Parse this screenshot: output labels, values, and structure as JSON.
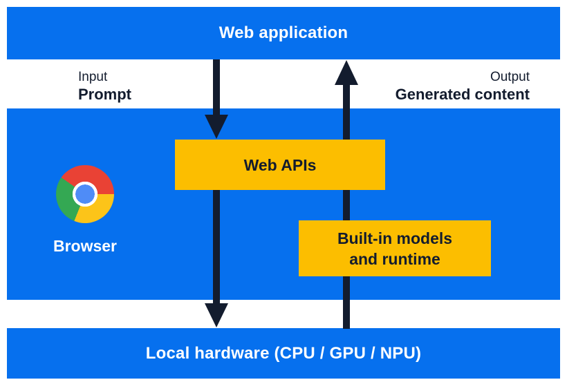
{
  "colors": {
    "blue": "#0670ee",
    "yellow": "#fcbe00",
    "navy": "#131c2e",
    "white": "#ffffff",
    "chrome_red": "#e94235",
    "chrome_green": "#34a853",
    "chrome_yellow": "#fcc419",
    "chrome_blue": "#4f8cf7"
  },
  "top_bar": {
    "label": "Web application"
  },
  "input_label": {
    "line1": "Input",
    "line2": "Prompt"
  },
  "output_label": {
    "line1": "Output",
    "line2": "Generated content"
  },
  "browser": {
    "label": "Browser",
    "icon": "chrome-icon"
  },
  "boxes": {
    "web_apis": {
      "label": "Web APIs"
    },
    "builtin": {
      "line1": "Built-in models",
      "line2": "and runtime"
    }
  },
  "bottom_bar": {
    "label": "Local hardware (CPU / GPU / NPU)"
  },
  "icons": {
    "down_arrow": "arrow-down-icon",
    "up_arrow": "arrow-up-icon"
  }
}
